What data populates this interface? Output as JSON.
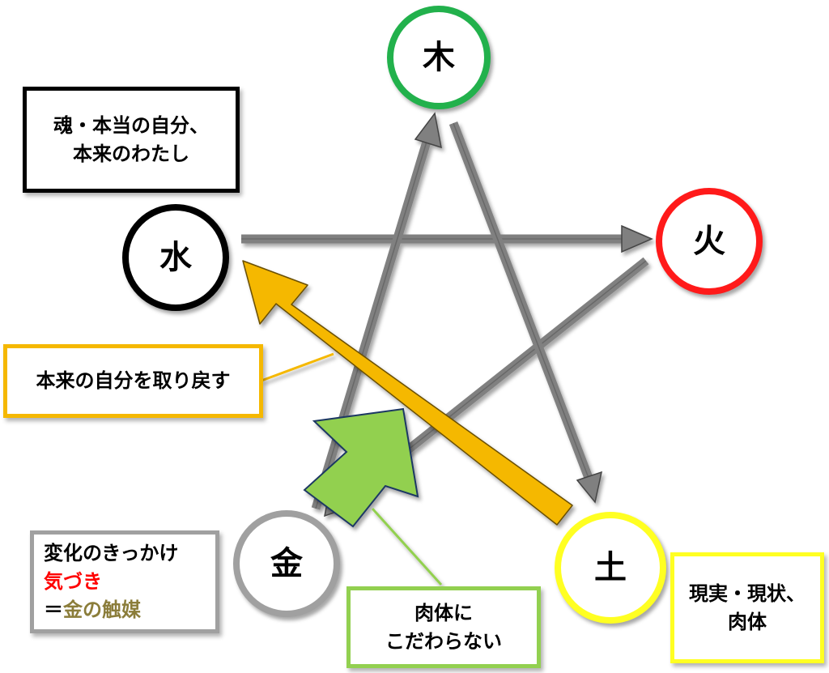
{
  "elements": {
    "wood": {
      "label": "木",
      "color": "#22b14c"
    },
    "fire": {
      "label": "火",
      "color": "#ff1a1a"
    },
    "earth": {
      "label": "土",
      "color": "#ffff22"
    },
    "metal": {
      "label": "金",
      "color": "#a0a0a0"
    },
    "water": {
      "label": "水",
      "color": "#000000"
    }
  },
  "boxes": {
    "soul": {
      "line1": "魂・本当の自分、",
      "line2": "本来のわたし",
      "border_color": "#000000"
    },
    "reclaim": {
      "text": "本来の自分を取り戻す",
      "border_color": "#f5b800"
    },
    "catalyst": {
      "line1": "変化のきっかけ",
      "line2": "気づき",
      "line3_prefix": "＝",
      "line3_main": "金の触媒",
      "border_color": "#a0a0a0",
      "line2_color": "#ff0000",
      "line3_color": "#8b7d3a"
    },
    "body_free": {
      "line1": "肉体に",
      "line2": "こだわらない",
      "border_color": "#92d050"
    },
    "reality": {
      "line1": "現実・現状、",
      "line2": "肉体",
      "border_color": "#ffff22"
    }
  },
  "colors": {
    "pentagram_arrow": "#808080",
    "reclaim_arrow": "#f5b800",
    "body_arrow": "#92d050",
    "body_arrow_outline": "#1f3864"
  }
}
